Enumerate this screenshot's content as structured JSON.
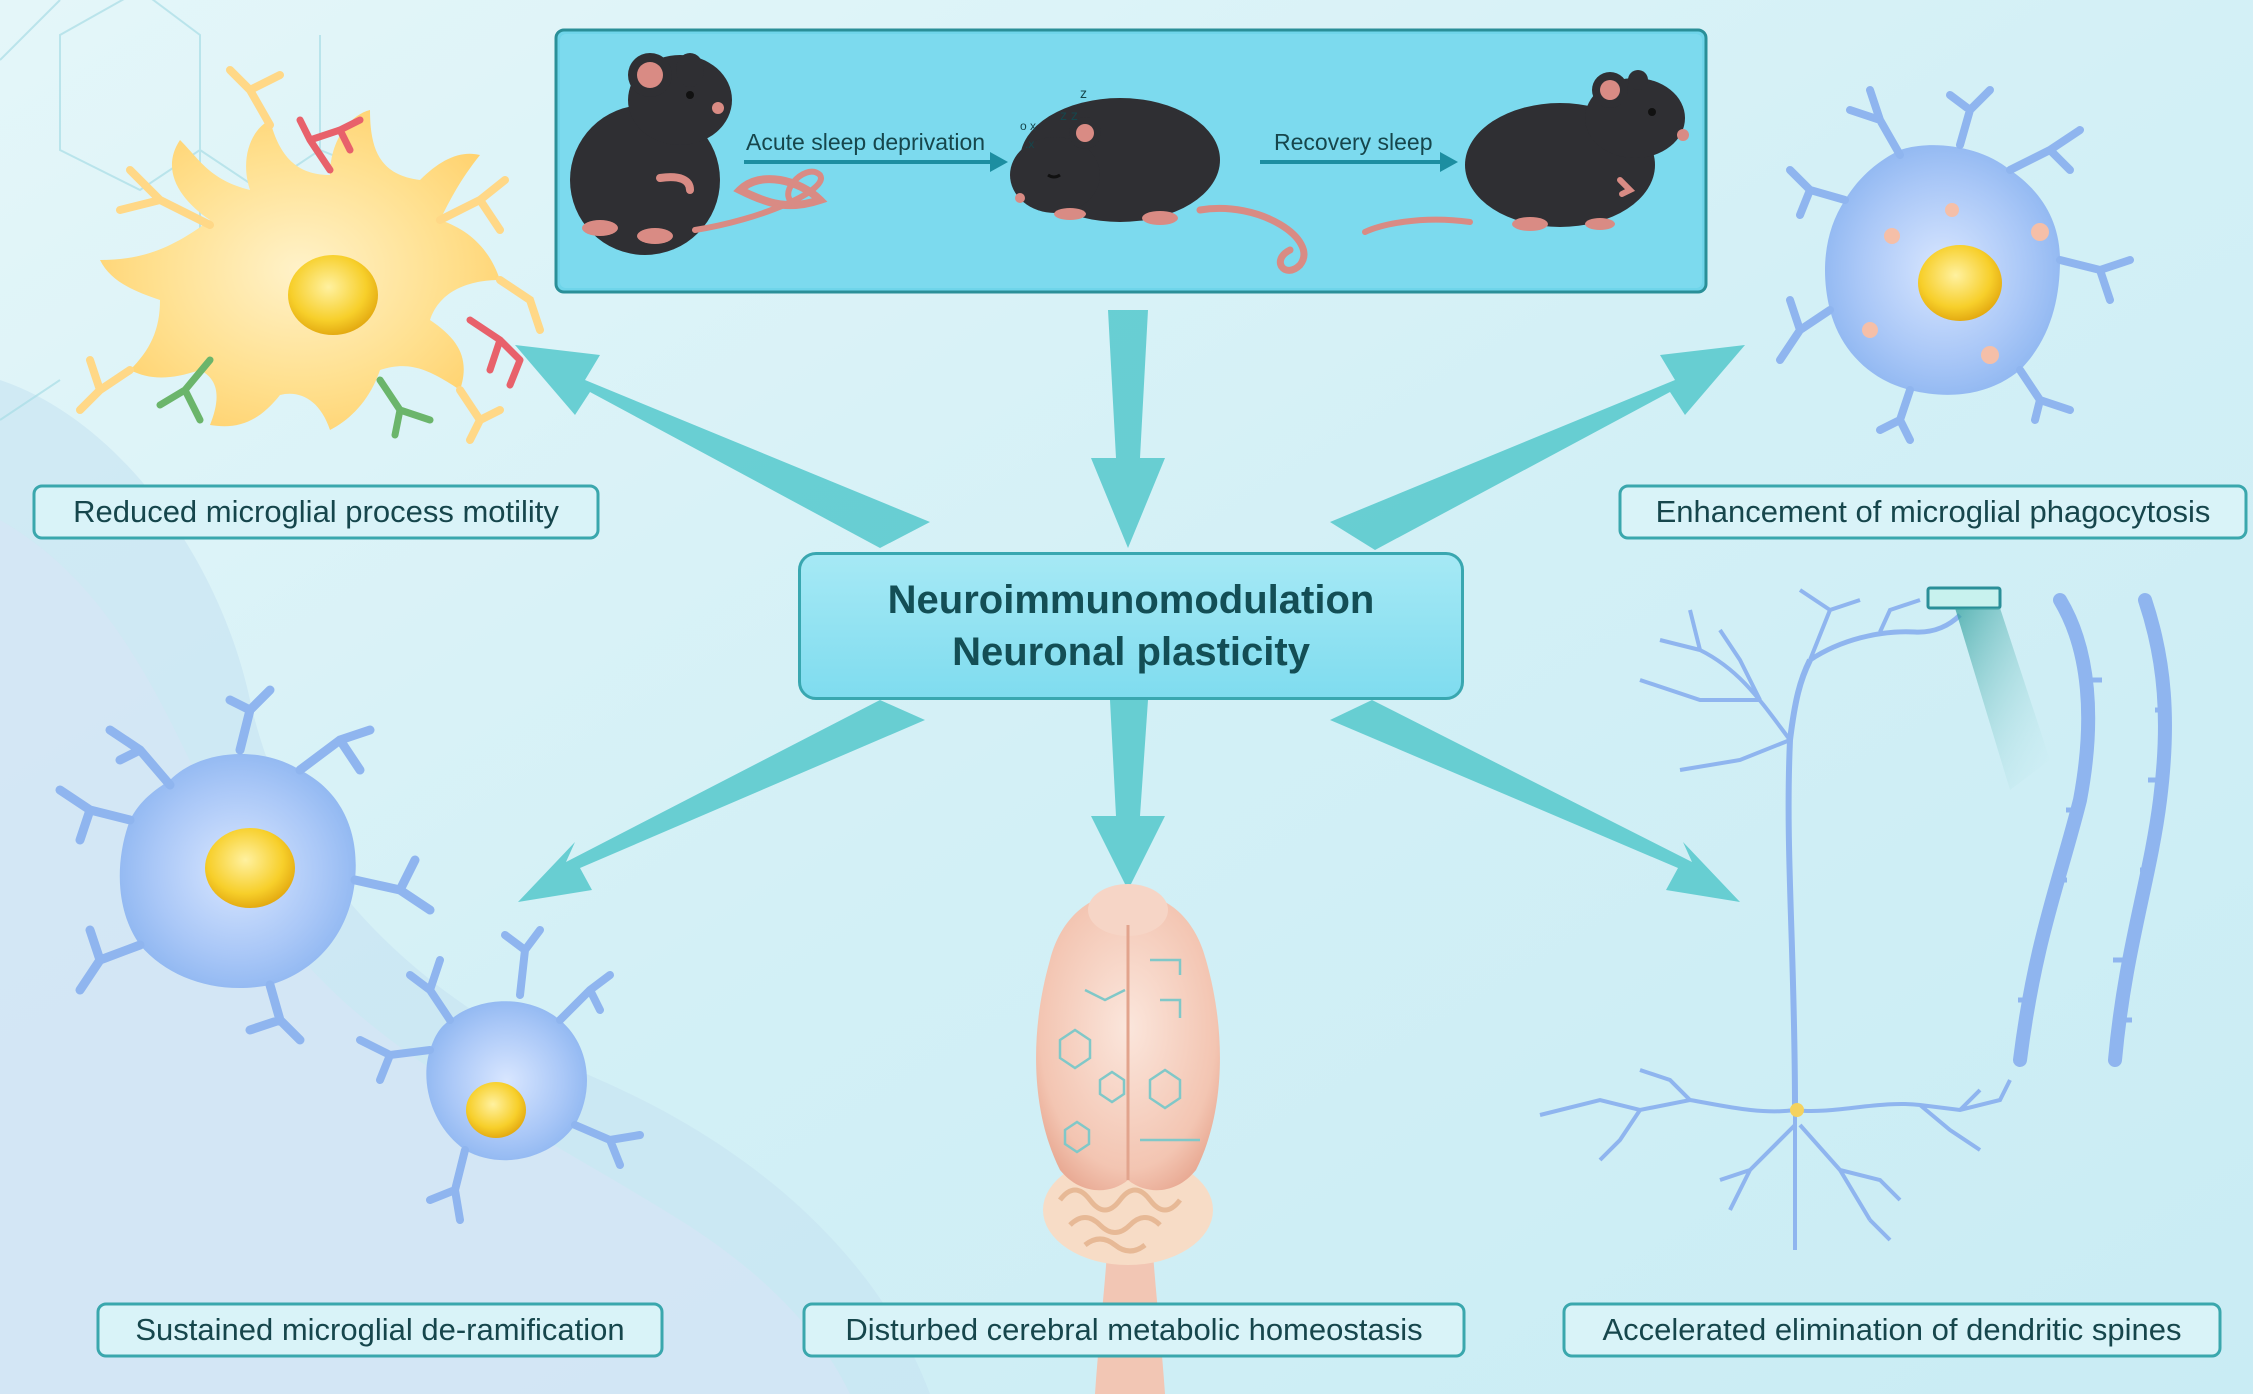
{
  "center": {
    "line1": "Neuroimmunomodulation",
    "line2": "Neuronal plasticity"
  },
  "protocol": {
    "step1": "Acute sleep deprivation",
    "step2": "Recovery sleep"
  },
  "outcomes": {
    "top_left": "Reduced microglial process motility",
    "top_right": "Enhancement of microglial phagocytosis",
    "bottom_left": "Sustained microglial de-ramification",
    "bottom_center": "Disturbed cerebral metabolic homeostasis",
    "bottom_right": "Accelerated elimination of dendritic spines"
  },
  "colors": {
    "arrow": "#4cc6c9",
    "box_border": "#3aa7ad",
    "cell_yellow": "#ffd97a",
    "cell_blue": "#8fb8f3",
    "nucleus": "#f5c623"
  }
}
